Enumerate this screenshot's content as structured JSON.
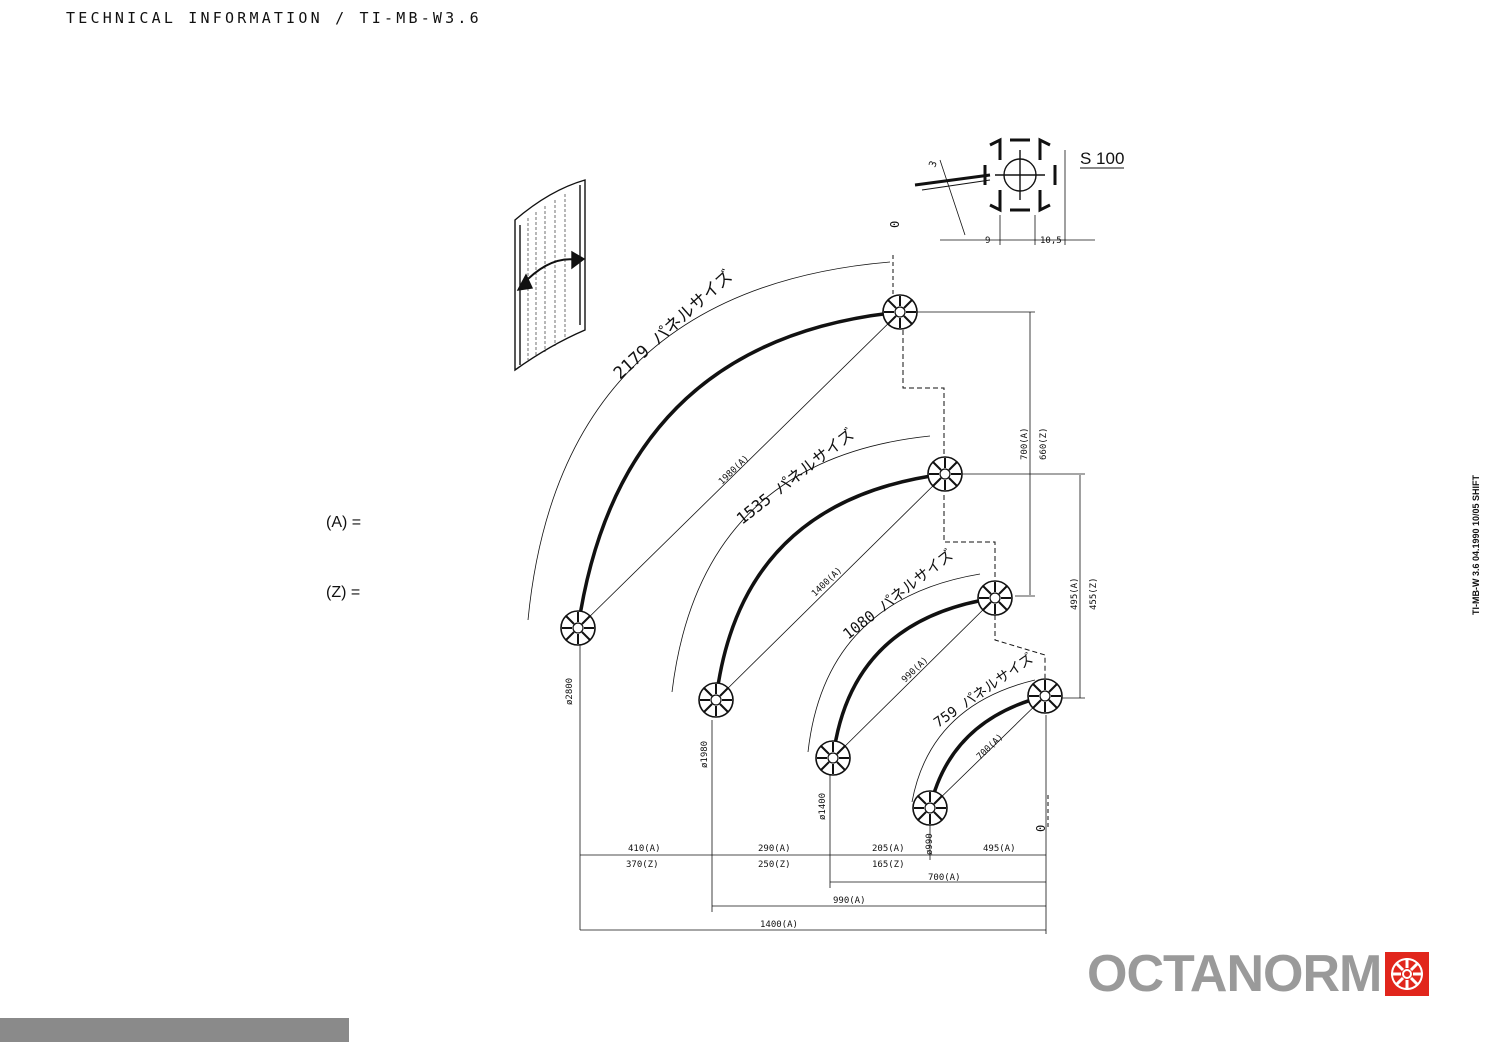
{
  "header": {
    "title": "TECHNICAL INFORMATION / TI-MB-W3.6"
  },
  "legend": {
    "a_label": "(A) =",
    "z_label": "(Z) ="
  },
  "side_code": "TI-MB-W 3.6 04.1990 10/05 SHIFT",
  "profile": {
    "name": "S 100",
    "dim_left": "9",
    "dim_right": "10,5",
    "dim_angle": "3"
  },
  "arcs": [
    {
      "label": "2179 パネルサイズ",
      "chord": "1980(A)",
      "diameter": "ø2800"
    },
    {
      "label": "1535 パネルサイズ",
      "chord": "1400(A)",
      "diameter": "ø1980"
    },
    {
      "label": "1080 パネルサイズ",
      "chord": "990(A)",
      "diameter": "ø1400"
    },
    {
      "label": "759 パネルサイズ",
      "chord": "700(A)",
      "diameter": "ø990"
    }
  ],
  "dims": {
    "v_top_a": "700(A)",
    "v_top_z": "660(Z)",
    "v_mid_a": "495(A)",
    "v_mid_z": "455(Z)",
    "zero_top": "0",
    "zero_bottom": "0",
    "h1_a": "410(A)",
    "h1_z": "370(Z)",
    "h2_a": "290(A)",
    "h2_z": "250(Z)",
    "h3_a": "205(A)",
    "h3_z": "165(Z)",
    "h4_a": "495(A)",
    "total_700": "700(A)",
    "total_990": "990(A)",
    "total_1400": "1400(A)"
  },
  "brand": {
    "name": "OCTANORM",
    "color": "#9a9a9a",
    "mark_color": "#e1261c",
    "icon": "octanorm-star-icon"
  }
}
